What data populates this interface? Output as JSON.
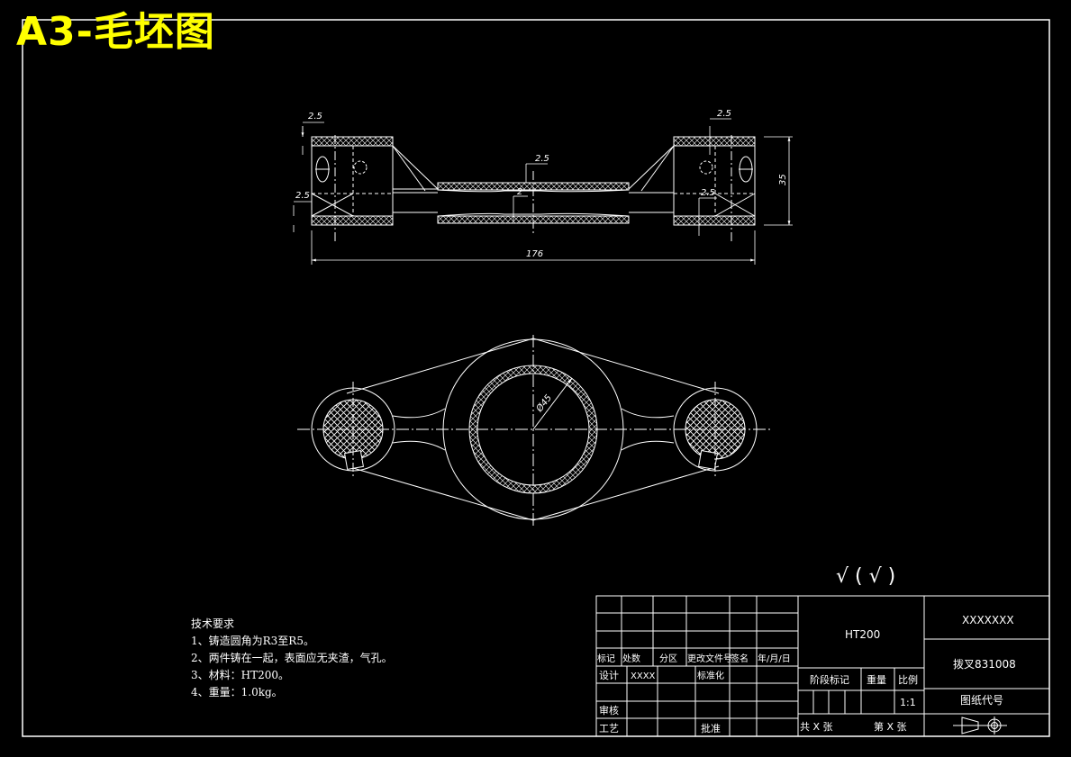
{
  "sheet_title": "A3-毛坯图",
  "dimensions": {
    "wall_left_top": "2.5",
    "wall_left_bottom": "2.5",
    "wall_right_top": "2.5",
    "wall_right_bottom": "2.5",
    "rib_top": "2.5",
    "rib_center": "2",
    "height": "35",
    "length": "176",
    "bore_dia": "Ø45"
  },
  "surface_symbol": "√ ( √ )",
  "tech_notes": {
    "heading": "技术要求",
    "items": [
      "1、铸造圆角为R3至R5。",
      "2、两件铸在一起，表面应无夹渣，气孔。",
      "3、材料：HT200。",
      "4、重量：1.0kg。"
    ]
  },
  "title_block": {
    "material": "HT200",
    "company": "XXXXXXX",
    "part_name": "拨叉831008",
    "drawing_code": "图纸代号",
    "rev_headers": [
      "标记",
      "处数",
      "分区",
      "更改文件号",
      "签名",
      "年/月/日"
    ],
    "design_label": "设计",
    "designer": "XXXX",
    "standardization": "标准化",
    "check_label": "审核",
    "process_label": "工艺",
    "approve_label": "批准",
    "stage_label": "阶段标记",
    "weight_label": "重量",
    "scale_label": "比例",
    "scale": "1:1",
    "total_sheets": "共 X 张",
    "sheet_no": "第 X 张"
  }
}
